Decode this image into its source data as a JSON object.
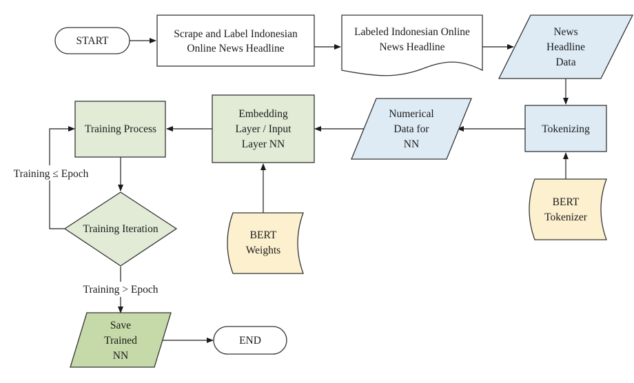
{
  "colors": {
    "white": "#ffffff",
    "light_blue": "#deebf5",
    "light_green": "#e1ebd6",
    "mid_green": "#c6d9a9",
    "light_yellow": "#fdf0cf",
    "stroke": "#333333"
  },
  "nodes": {
    "start": {
      "label": "START"
    },
    "scrape": {
      "lines": [
        "Scrape and Label Indonesian",
        "Online News Headline"
      ]
    },
    "labeled_doc": {
      "lines": [
        "Labeled Indonesian Online",
        "News Headline"
      ]
    },
    "news_data": {
      "lines": [
        "News",
        "Headline",
        "Data"
      ]
    },
    "tokenizing": {
      "label": "Tokenizing"
    },
    "bert_tokenizer": {
      "lines": [
        "BERT",
        "Tokenizer"
      ]
    },
    "numerical": {
      "lines": [
        "Numerical",
        "Data for",
        "NN"
      ]
    },
    "embedding": {
      "lines": [
        "Embedding",
        "Layer / Input",
        "Layer NN"
      ]
    },
    "bert_weights": {
      "lines": [
        "BERT",
        "Weights"
      ]
    },
    "training_process": {
      "label": "Training Process"
    },
    "training_iteration": {
      "label": "Training Iteration"
    },
    "save": {
      "lines": [
        "Save",
        "Trained",
        "NN"
      ]
    },
    "end": {
      "label": "END"
    }
  },
  "edge_labels": {
    "loop": "Training ≤ Epoch",
    "exit": "Training > Epoch"
  }
}
